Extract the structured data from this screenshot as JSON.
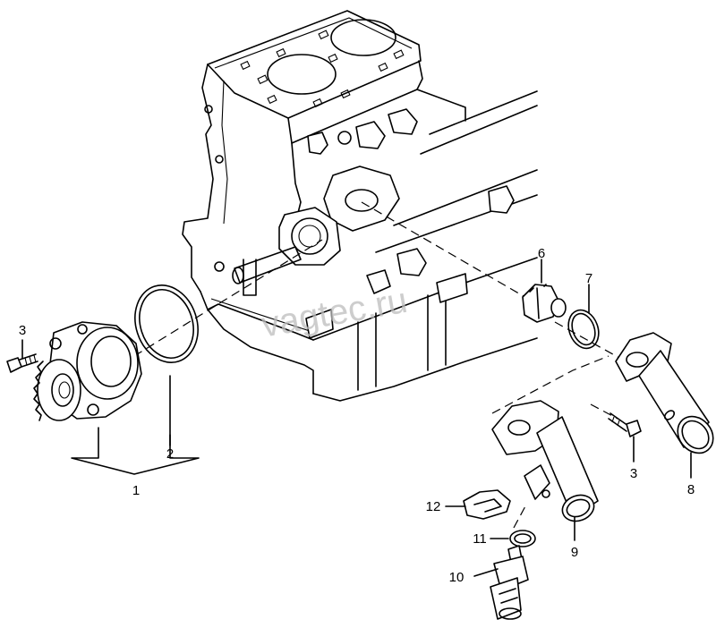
{
  "watermark": "vagtec.ru",
  "callouts": {
    "c1": "1",
    "c2": "2",
    "c3a": "3",
    "c3b": "3",
    "c6": "6",
    "c7": "7",
    "c8": "8",
    "c9": "9",
    "c10": "10",
    "c11": "11",
    "c12": "12"
  }
}
